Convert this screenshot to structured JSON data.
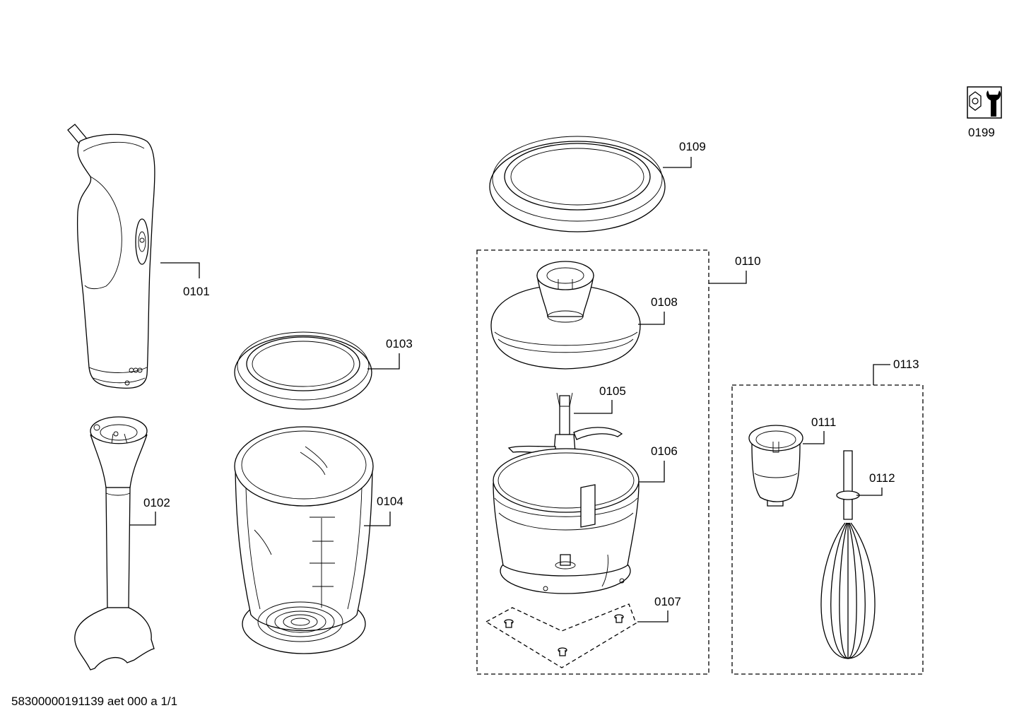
{
  "footer": {
    "text": "58300000191139 aet 000 a 1/1"
  },
  "service_icon": {
    "icon": "wrench-nut-icon",
    "label": "0199"
  },
  "parts": [
    {
      "id": "0101",
      "label": "0101",
      "item": "motor-handle"
    },
    {
      "id": "0102",
      "label": "0102",
      "item": "blender-foot"
    },
    {
      "id": "0103",
      "label": "0103",
      "item": "beaker-lid"
    },
    {
      "id": "0104",
      "label": "0104",
      "item": "measuring-beaker"
    },
    {
      "id": "0105",
      "label": "0105",
      "item": "chopper-blade"
    },
    {
      "id": "0106",
      "label": "0106",
      "item": "chopper-bowl"
    },
    {
      "id": "0107",
      "label": "0107",
      "item": "non-slip-base"
    },
    {
      "id": "0108",
      "label": "0108",
      "item": "chopper-lid"
    },
    {
      "id": "0109",
      "label": "0109",
      "item": "bowl-lid"
    },
    {
      "id": "0110",
      "label": "0110",
      "item": "chopper-set-group"
    },
    {
      "id": "0111",
      "label": "0111",
      "item": "whisk-gearbox"
    },
    {
      "id": "0112",
      "label": "0112",
      "item": "whisk"
    },
    {
      "id": "0113",
      "label": "0113",
      "item": "whisk-set-group"
    }
  ]
}
